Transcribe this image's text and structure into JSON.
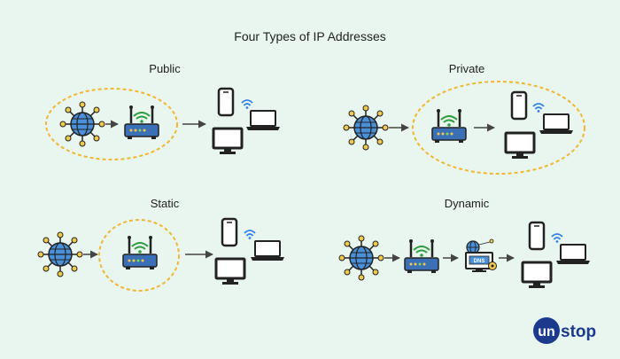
{
  "title": "Four Types of IP Addresses",
  "sections": {
    "public": "Public",
    "private": "Private",
    "static": "Static",
    "dynamic": "Dynamic"
  },
  "dns_label": "DNS",
  "logo": "unstop",
  "colors": {
    "background": "#e8f6ef",
    "dashed_ellipse": "#f2b630",
    "globe": "#4a90d9",
    "router": "#3b6fb6",
    "wifi": "#2e9d3c",
    "logo": "#1b3a8c"
  },
  "icons": [
    "globe-network-icon",
    "router-icon",
    "smartphone-icon",
    "laptop-icon",
    "monitor-icon",
    "wifi-icon",
    "dns-server-icon",
    "arrow-icon"
  ]
}
